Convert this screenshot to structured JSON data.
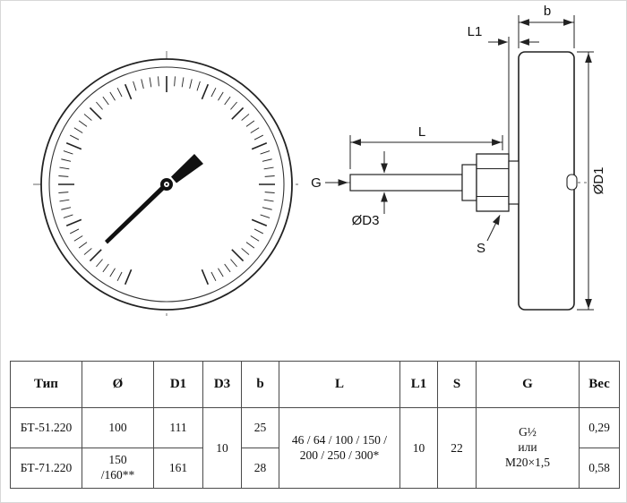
{
  "drawing": {
    "labels": {
      "b": "b",
      "l1": "L1",
      "l": "L",
      "g": "G",
      "d3": "ØD3",
      "d1": "ØD1",
      "s": "S"
    }
  },
  "table": {
    "headers": [
      "Тип",
      "Ø",
      "D1",
      "D3",
      "b",
      "L",
      "L1",
      "S",
      "G",
      "Вес"
    ],
    "rows": [
      {
        "tip": "БТ-51.220",
        "o": "100",
        "d1": "111",
        "b": "25",
        "ves": "0,29"
      },
      {
        "tip": "БТ-71.220",
        "o": [
          "150",
          "/160**"
        ],
        "d1": "161",
        "b": "28",
        "ves": "0,58"
      }
    ],
    "merged": {
      "d3": "10",
      "l": [
        "46 / 64 / 100 / 150 /",
        "200 / 250 / 300*"
      ],
      "l1": "10",
      "s": "22",
      "g": [
        "G½",
        "или",
        "M20×1,5"
      ]
    }
  }
}
